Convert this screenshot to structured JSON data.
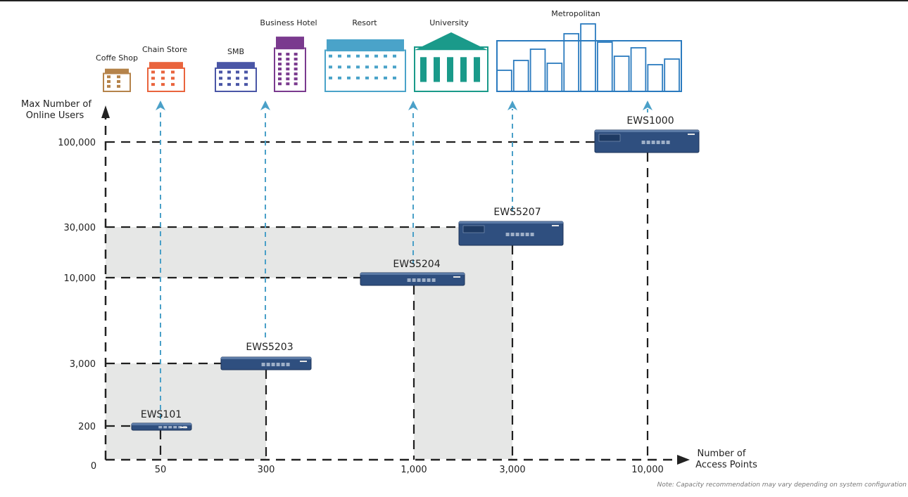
{
  "chart_data": {
    "type": "scatter",
    "y_axis_label_lines": [
      "Max Number of",
      "Online Users"
    ],
    "x_axis_label_lines": [
      "Number of",
      "Access Points"
    ],
    "origin_label": "0",
    "y_ticks": [
      "100,000",
      "30,000",
      "10,000",
      "3,000",
      "200"
    ],
    "x_ticks": [
      "50",
      "300",
      "1,000",
      "3,000",
      "10,000"
    ],
    "devices": [
      {
        "name": "EWS101",
        "access_points": 50,
        "online_users": 200
      },
      {
        "name": "EWS5203",
        "access_points": 300,
        "online_users": 3000
      },
      {
        "name": "EWS5204",
        "access_points": 1000,
        "online_users": 10000
      },
      {
        "name": "EWS5207",
        "access_points": 3000,
        "online_users": 30000
      },
      {
        "name": "EWS1000",
        "access_points": 10000,
        "online_users": 100000
      }
    ],
    "venues": [
      {
        "label": "Coffe Shop",
        "color": "#b5834a",
        "icon": "coffee-shop-icon"
      },
      {
        "label": "Chain Store",
        "color": "#e9643d",
        "icon": "chain-store-icon"
      },
      {
        "label": "SMB",
        "color": "#4a56a6",
        "icon": "office-building-icon"
      },
      {
        "label": "Business Hotel",
        "color": "#7a3a8e",
        "icon": "hotel-icon"
      },
      {
        "label": "Resort",
        "color": "#4aa3c9",
        "icon": "resort-icon"
      },
      {
        "label": "University",
        "color": "#1a9a8a",
        "icon": "university-icon"
      },
      {
        "label": "Metropolitan",
        "color": "#2b7bbf",
        "icon": "city-skyline-icon"
      }
    ],
    "note": "Note: Capacity recommendation may vary depending on system configuration",
    "colors": {
      "axis": "#222222",
      "guide": "#1f1f1f",
      "venue_arrow": "#4aa0c8",
      "shade": "#e6e7e6",
      "device": "#2f4f7f"
    }
  }
}
